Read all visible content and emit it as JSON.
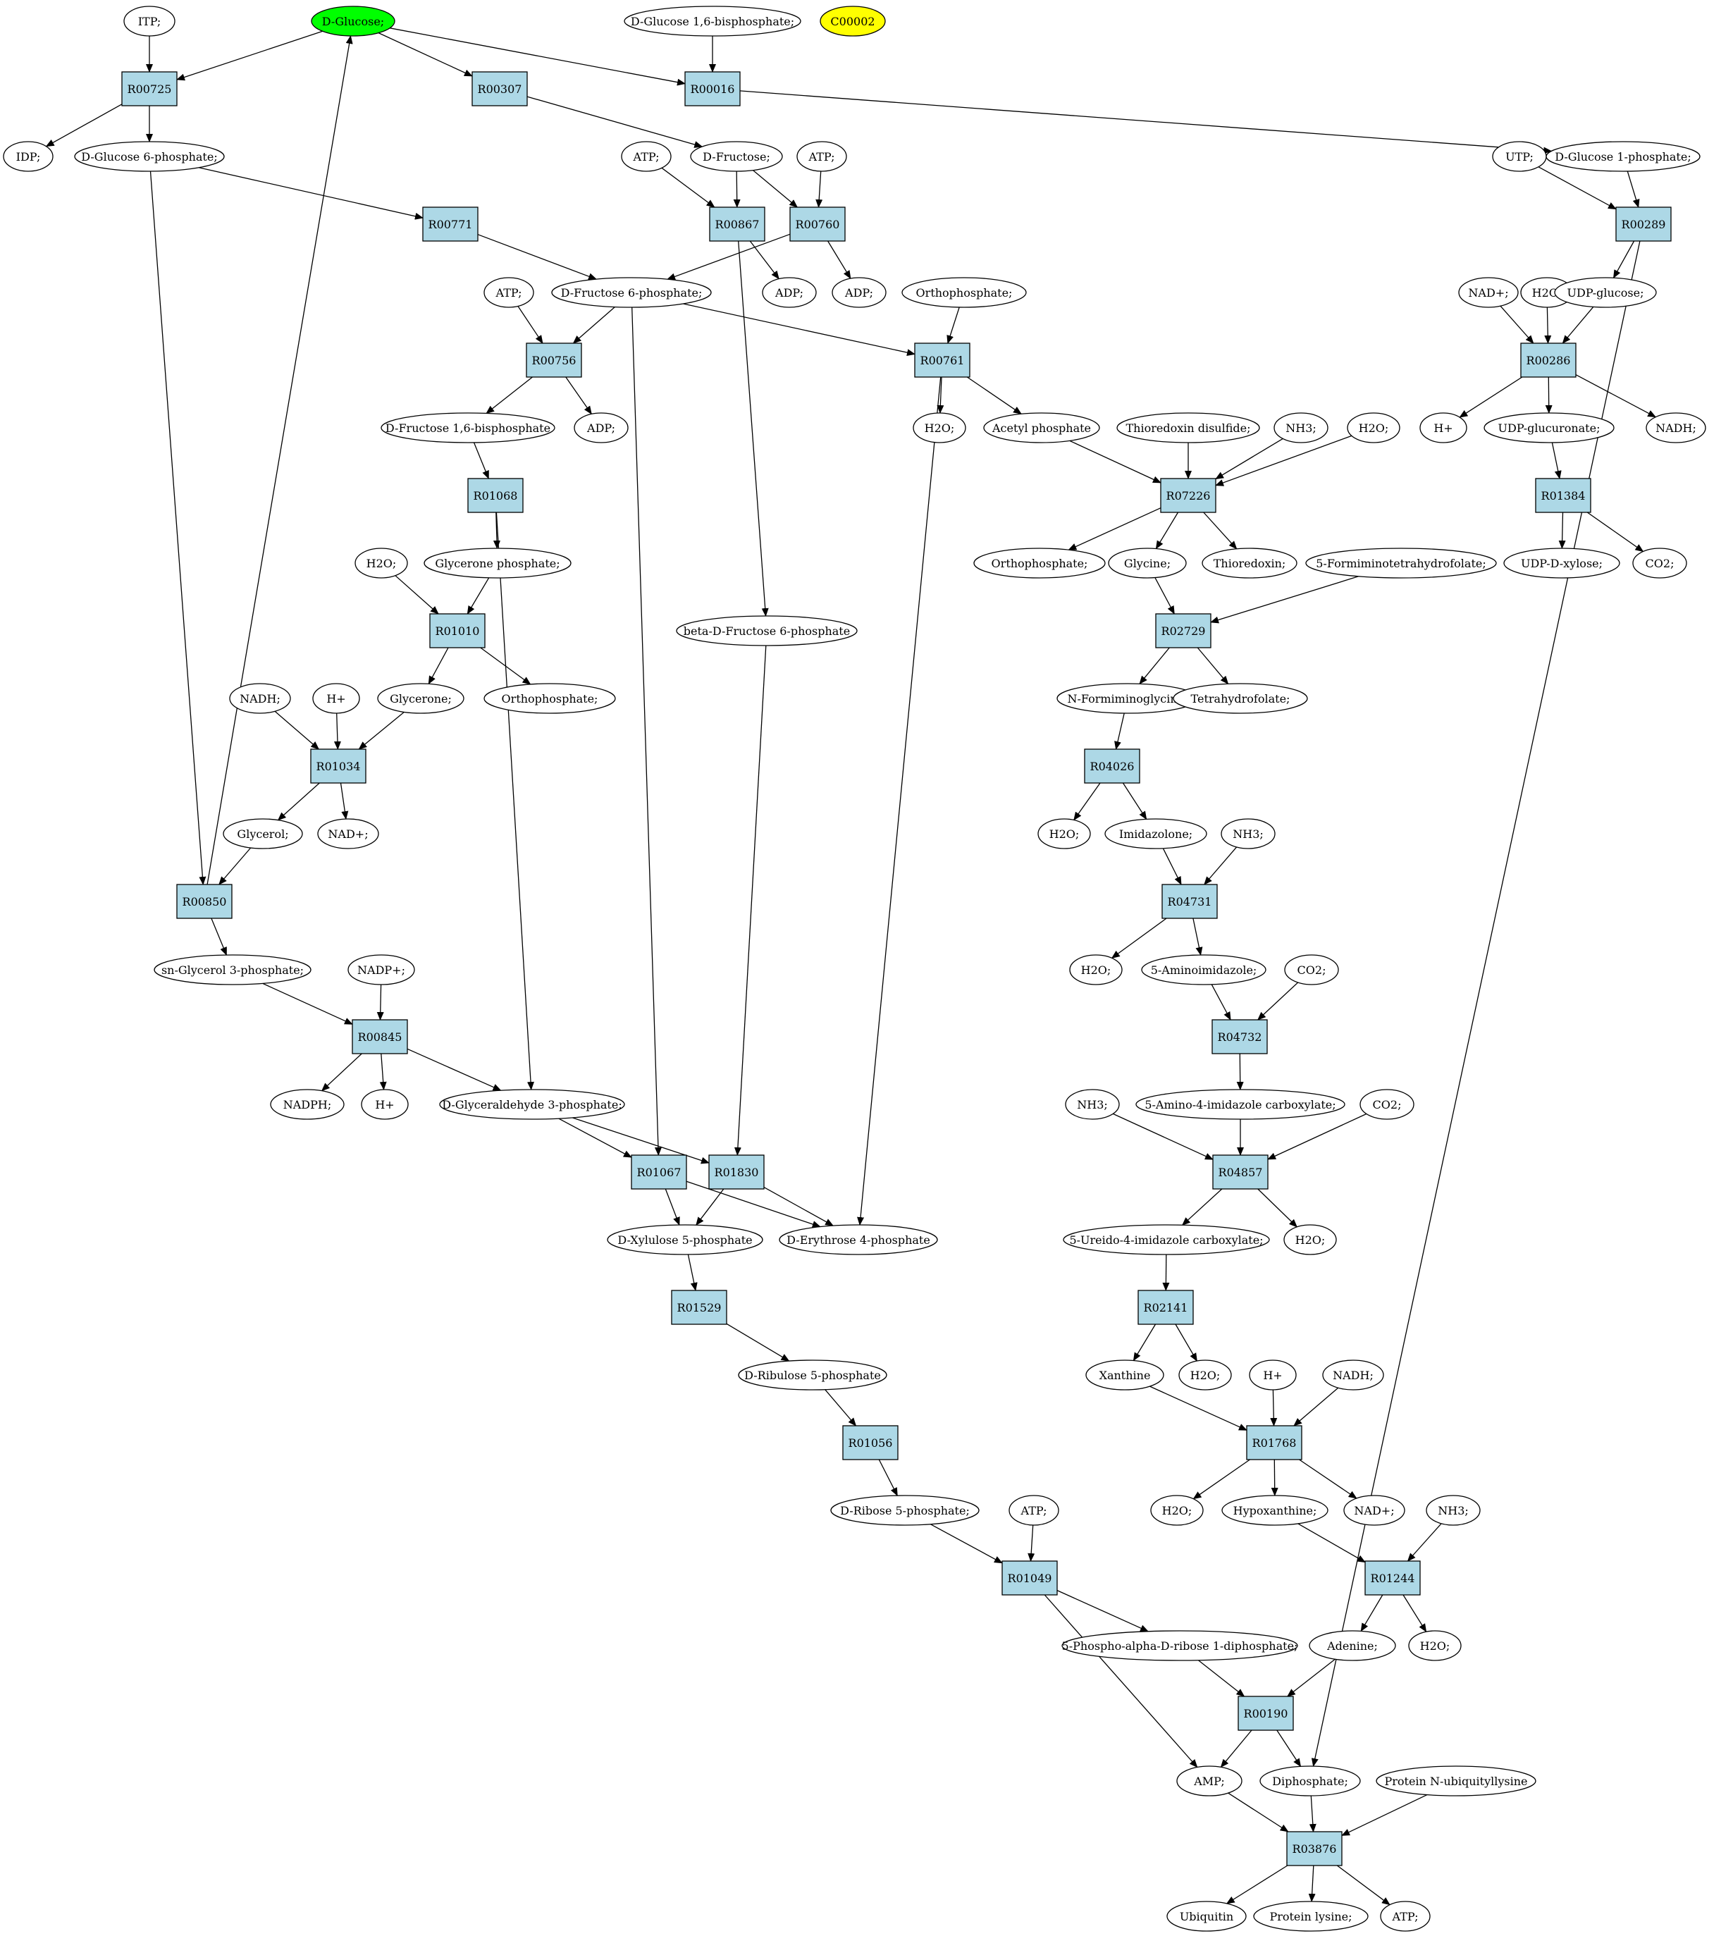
{
  "colors": {
    "start_compound": "#00ff00",
    "highlight_compound": "#ffff00",
    "compound": "#ffffff",
    "reaction": "#add8e6",
    "stroke": "#000000"
  },
  "nodes": [
    {
      "id": "itp",
      "type": "compound",
      "label": "ITP;"
    },
    {
      "id": "dglucose",
      "type": "compound",
      "label": "D-Glucose;",
      "style": "start"
    },
    {
      "id": "dg16bp",
      "type": "compound",
      "label": "D-Glucose 1,6-bisphosphate;"
    },
    {
      "id": "c00002",
      "type": "compound",
      "label": "C00002",
      "style": "highlight"
    },
    {
      "id": "R00725",
      "type": "reaction",
      "label": "R00725"
    },
    {
      "id": "R00307",
      "type": "reaction",
      "label": "R00307"
    },
    {
      "id": "R00016",
      "type": "reaction",
      "label": "R00016"
    },
    {
      "id": "idp",
      "type": "compound",
      "label": "IDP;"
    },
    {
      "id": "g6p",
      "type": "compound",
      "label": "D-Glucose 6-phosphate;"
    },
    {
      "id": "atp1",
      "type": "compound",
      "label": "ATP;"
    },
    {
      "id": "dfructose",
      "type": "compound",
      "label": "D-Fructose;"
    },
    {
      "id": "atp2",
      "type": "compound",
      "label": "ATP;"
    },
    {
      "id": "utp",
      "type": "compound",
      "label": "UTP;"
    },
    {
      "id": "g1p",
      "type": "compound",
      "label": "D-Glucose 1-phosphate;"
    },
    {
      "id": "R00771",
      "type": "reaction",
      "label": "R00771"
    },
    {
      "id": "R00867",
      "type": "reaction",
      "label": "R00867"
    },
    {
      "id": "R00760",
      "type": "reaction",
      "label": "R00760"
    },
    {
      "id": "R00289",
      "type": "reaction",
      "label": "R00289"
    },
    {
      "id": "atp3",
      "type": "compound",
      "label": "ATP;"
    },
    {
      "id": "f6p",
      "type": "compound",
      "label": "D-Fructose 6-phosphate;"
    },
    {
      "id": "adp1",
      "type": "compound",
      "label": "ADP;"
    },
    {
      "id": "adp2",
      "type": "compound",
      "label": "ADP;"
    },
    {
      "id": "ortho1",
      "type": "compound",
      "label": "Orthophosphate;"
    },
    {
      "id": "nadp1",
      "type": "compound",
      "label": "NAD+;"
    },
    {
      "id": "h2o1",
      "type": "compound",
      "label": "H2O;"
    },
    {
      "id": "udpglucose",
      "type": "compound",
      "label": "UDP-glucose;"
    },
    {
      "id": "R00756",
      "type": "reaction",
      "label": "R00756"
    },
    {
      "id": "R00761",
      "type": "reaction",
      "label": "R00761"
    },
    {
      "id": "R00286",
      "type": "reaction",
      "label": "R00286"
    },
    {
      "id": "f16bp",
      "type": "compound",
      "label": "D-Fructose 1,6-bisphosphate"
    },
    {
      "id": "adp3",
      "type": "compound",
      "label": "ADP;"
    },
    {
      "id": "h2o2",
      "type": "compound",
      "label": "H2O;"
    },
    {
      "id": "acetylp",
      "type": "compound",
      "label": "Acetyl phosphate"
    },
    {
      "id": "thiodis",
      "type": "compound",
      "label": "Thioredoxin disulfide;"
    },
    {
      "id": "nh3a",
      "type": "compound",
      "label": "NH3;"
    },
    {
      "id": "h2o3",
      "type": "compound",
      "label": "H2O;"
    },
    {
      "id": "hplus1",
      "type": "compound",
      "label": "H+"
    },
    {
      "id": "udpglcr",
      "type": "compound",
      "label": "UDP-glucuronate;"
    },
    {
      "id": "nadh1",
      "type": "compound",
      "label": "NADH;"
    },
    {
      "id": "R01068",
      "type": "reaction",
      "label": "R01068"
    },
    {
      "id": "R07226",
      "type": "reaction",
      "label": "R07226"
    },
    {
      "id": "R01384",
      "type": "reaction",
      "label": "R01384"
    },
    {
      "id": "h2o4",
      "type": "compound",
      "label": "H2O;"
    },
    {
      "id": "glyceronep",
      "type": "compound",
      "label": "Glycerone phosphate;"
    },
    {
      "id": "ortho2",
      "type": "compound",
      "label": "Orthophosphate;"
    },
    {
      "id": "glycine",
      "type": "compound",
      "label": "Glycine;"
    },
    {
      "id": "thioredoxin",
      "type": "compound",
      "label": "Thioredoxin;"
    },
    {
      "id": "fthf",
      "type": "compound",
      "label": "5-Formiminotetrahydrofolate;"
    },
    {
      "id": "udpxyl",
      "type": "compound",
      "label": "UDP-D-xylose;"
    },
    {
      "id": "co2a",
      "type": "compound",
      "label": "CO2;"
    },
    {
      "id": "R01010",
      "type": "reaction",
      "label": "R01010"
    },
    {
      "id": "bf6p",
      "type": "compound",
      "label": "beta-D-Fructose 6-phosphate"
    },
    {
      "id": "R02729",
      "type": "reaction",
      "label": "R02729"
    },
    {
      "id": "nadh2",
      "type": "compound",
      "label": "NADH;"
    },
    {
      "id": "hplus2",
      "type": "compound",
      "label": "H+"
    },
    {
      "id": "glycerone",
      "type": "compound",
      "label": "Glycerone;"
    },
    {
      "id": "ortho3",
      "type": "compound",
      "label": "Orthophosphate;"
    },
    {
      "id": "nformgly",
      "type": "compound",
      "label": "N-Formiminoglycine;"
    },
    {
      "id": "thf",
      "type": "compound",
      "label": "Tetrahydrofolate;"
    },
    {
      "id": "R01034",
      "type": "reaction",
      "label": "R01034"
    },
    {
      "id": "R04026",
      "type": "reaction",
      "label": "R04026"
    },
    {
      "id": "glycerol",
      "type": "compound",
      "label": "Glycerol;"
    },
    {
      "id": "nadp2",
      "type": "compound",
      "label": "NAD+;"
    },
    {
      "id": "h2o5",
      "type": "compound",
      "label": "H2O;"
    },
    {
      "id": "imidazolone",
      "type": "compound",
      "label": "Imidazolone;"
    },
    {
      "id": "nh3b",
      "type": "compound",
      "label": "NH3;"
    },
    {
      "id": "R00850",
      "type": "reaction",
      "label": "R00850"
    },
    {
      "id": "R04731",
      "type": "reaction",
      "label": "R04731"
    },
    {
      "id": "sng3p",
      "type": "compound",
      "label": "sn-Glycerol 3-phosphate;"
    },
    {
      "id": "nadpp",
      "type": "compound",
      "label": "NADP+;"
    },
    {
      "id": "h2o6",
      "type": "compound",
      "label": "H2O;"
    },
    {
      "id": "aminoimid",
      "type": "compound",
      "label": "5-Aminoimidazole;"
    },
    {
      "id": "co2b",
      "type": "compound",
      "label": "CO2;"
    },
    {
      "id": "R00845",
      "type": "reaction",
      "label": "R00845"
    },
    {
      "id": "R04732",
      "type": "reaction",
      "label": "R04732"
    },
    {
      "id": "nadph",
      "type": "compound",
      "label": "NADPH;"
    },
    {
      "id": "hplus3",
      "type": "compound",
      "label": "H+"
    },
    {
      "id": "g3p",
      "type": "compound",
      "label": "D-Glyceraldehyde 3-phosphate;"
    },
    {
      "id": "nh3c",
      "type": "compound",
      "label": "NH3;"
    },
    {
      "id": "aica",
      "type": "compound",
      "label": "5-Amino-4-imidazole carboxylate;"
    },
    {
      "id": "co2c",
      "type": "compound",
      "label": "CO2;"
    },
    {
      "id": "R01067",
      "type": "reaction",
      "label": "R01067"
    },
    {
      "id": "R01830",
      "type": "reaction",
      "label": "R01830"
    },
    {
      "id": "R04857",
      "type": "reaction",
      "label": "R04857"
    },
    {
      "id": "xu5p",
      "type": "compound",
      "label": "D-Xylulose 5-phosphate"
    },
    {
      "id": "e4p",
      "type": "compound",
      "label": "D-Erythrose 4-phosphate"
    },
    {
      "id": "uica",
      "type": "compound",
      "label": "5-Ureido-4-imidazole carboxylate;"
    },
    {
      "id": "h2o7",
      "type": "compound",
      "label": "H2O;"
    },
    {
      "id": "R01529",
      "type": "reaction",
      "label": "R01529"
    },
    {
      "id": "R02141",
      "type": "reaction",
      "label": "R02141"
    },
    {
      "id": "ru5p",
      "type": "compound",
      "label": "D-Ribulose 5-phosphate"
    },
    {
      "id": "xanthine",
      "type": "compound",
      "label": "Xanthine"
    },
    {
      "id": "h2o8",
      "type": "compound",
      "label": "H2O;"
    },
    {
      "id": "hplus4",
      "type": "compound",
      "label": "H+"
    },
    {
      "id": "nadh3",
      "type": "compound",
      "label": "NADH;"
    },
    {
      "id": "R01056",
      "type": "reaction",
      "label": "R01056"
    },
    {
      "id": "R01768",
      "type": "reaction",
      "label": "R01768"
    },
    {
      "id": "r5p",
      "type": "compound",
      "label": "D-Ribose 5-phosphate;"
    },
    {
      "id": "atp4",
      "type": "compound",
      "label": "ATP;"
    },
    {
      "id": "h2o9",
      "type": "compound",
      "label": "H2O;"
    },
    {
      "id": "hypoxanthine",
      "type": "compound",
      "label": "Hypoxanthine;"
    },
    {
      "id": "nadp3",
      "type": "compound",
      "label": "NAD+;"
    },
    {
      "id": "nh3d",
      "type": "compound",
      "label": "NH3;"
    },
    {
      "id": "R01049",
      "type": "reaction",
      "label": "R01049"
    },
    {
      "id": "R01244",
      "type": "reaction",
      "label": "R01244"
    },
    {
      "id": "prpp",
      "type": "compound",
      "label": "5-Phospho-alpha-D-ribose 1-diphosphate;"
    },
    {
      "id": "adenine",
      "type": "compound",
      "label": "Adenine;"
    },
    {
      "id": "h2o10",
      "type": "compound",
      "label": "H2O;"
    },
    {
      "id": "R00190",
      "type": "reaction",
      "label": "R00190"
    },
    {
      "id": "amp",
      "type": "compound",
      "label": "AMP;"
    },
    {
      "id": "diphosphate",
      "type": "compound",
      "label": "Diphosphate;"
    },
    {
      "id": "protubq",
      "type": "compound",
      "label": "Protein N-ubiquityllysine"
    },
    {
      "id": "R03876",
      "type": "reaction",
      "label": "R03876"
    },
    {
      "id": "ubiquitin",
      "type": "compound",
      "label": "Ubiquitin"
    },
    {
      "id": "protlys",
      "type": "compound",
      "label": "Protein lysine;"
    },
    {
      "id": "atp5",
      "type": "compound",
      "label": "ATP;"
    }
  ],
  "edges": [
    [
      "itp",
      "R00725"
    ],
    [
      "dglucose",
      "R00725"
    ],
    [
      "dglucose",
      "R00307"
    ],
    [
      "dglucose",
      "R00016"
    ],
    [
      "dg16bp",
      "R00016"
    ],
    [
      "R00725",
      "idp"
    ],
    [
      "R00725",
      "g6p"
    ],
    [
      "R00307",
      "dfructose"
    ],
    [
      "R00016",
      "g1p"
    ],
    [
      "g6p",
      "R00771"
    ],
    [
      "g6p",
      "R00850"
    ],
    [
      "atp1",
      "R00867"
    ],
    [
      "dfructose",
      "R00867"
    ],
    [
      "dfructose",
      "R00760"
    ],
    [
      "atp2",
      "R00760"
    ],
    [
      "utp",
      "R00289"
    ],
    [
      "g1p",
      "R00289"
    ],
    [
      "R00771",
      "f6p"
    ],
    [
      "R00760",
      "f6p"
    ],
    [
      "R00760",
      "adp2"
    ],
    [
      "R00867",
      "adp1"
    ],
    [
      "R00867",
      "bf6p"
    ],
    [
      "R00289",
      "udpglucose"
    ],
    [
      "R00289",
      "diphosphate"
    ],
    [
      "atp3",
      "R00756"
    ],
    [
      "f6p",
      "R00756"
    ],
    [
      "f6p",
      "R00761"
    ],
    [
      "f6p",
      "R01067"
    ],
    [
      "ortho1",
      "R00761"
    ],
    [
      "nadp1",
      "R00286"
    ],
    [
      "h2o1",
      "R00286"
    ],
    [
      "udpglucose",
      "R00286"
    ],
    [
      "R00756",
      "f16bp"
    ],
    [
      "R00756",
      "adp3"
    ],
    [
      "R00761",
      "h2o2"
    ],
    [
      "R00761",
      "acetylp"
    ],
    [
      "R00761",
      "e4p"
    ],
    [
      "R00286",
      "hplus1"
    ],
    [
      "R00286",
      "udpglcr"
    ],
    [
      "R00286",
      "nadh1"
    ],
    [
      "f16bp",
      "R01068"
    ],
    [
      "acetylp",
      "R07226"
    ],
    [
      "thiodis",
      "R07226"
    ],
    [
      "nh3a",
      "R07226"
    ],
    [
      "h2o3",
      "R07226"
    ],
    [
      "udpglcr",
      "R01384"
    ],
    [
      "R01068",
      "glyceronep"
    ],
    [
      "R01068",
      "g3p"
    ],
    [
      "R07226",
      "ortho2"
    ],
    [
      "R07226",
      "glycine"
    ],
    [
      "R07226",
      "thioredoxin"
    ],
    [
      "R01384",
      "udpxyl"
    ],
    [
      "R01384",
      "co2a"
    ],
    [
      "h2o4",
      "R01010"
    ],
    [
      "glyceronep",
      "R01010"
    ],
    [
      "glycine",
      "R02729"
    ],
    [
      "fthf",
      "R02729"
    ],
    [
      "R01010",
      "glycerone"
    ],
    [
      "R01010",
      "ortho3"
    ],
    [
      "bf6p",
      "R01830"
    ],
    [
      "R02729",
      "nformgly"
    ],
    [
      "R02729",
      "thf"
    ],
    [
      "nadh2",
      "R01034"
    ],
    [
      "hplus2",
      "R01034"
    ],
    [
      "glycerone",
      "R01034"
    ],
    [
      "nformgly",
      "R04026"
    ],
    [
      "R01034",
      "glycerol"
    ],
    [
      "R01034",
      "nadp2"
    ],
    [
      "R04026",
      "h2o5"
    ],
    [
      "R04026",
      "imidazolone"
    ],
    [
      "glycerol",
      "R00850"
    ],
    [
      "imidazolone",
      "R04731"
    ],
    [
      "nh3b",
      "R04731"
    ],
    [
      "R00850",
      "dglucose"
    ],
    [
      "R00850",
      "sng3p"
    ],
    [
      "R04731",
      "h2o6"
    ],
    [
      "R04731",
      "aminoimid"
    ],
    [
      "sng3p",
      "R00845"
    ],
    [
      "nadpp",
      "R00845"
    ],
    [
      "aminoimid",
      "R04732"
    ],
    [
      "co2b",
      "R04732"
    ],
    [
      "R00845",
      "nadph"
    ],
    [
      "R00845",
      "hplus3"
    ],
    [
      "R00845",
      "g3p"
    ],
    [
      "R04732",
      "aica"
    ],
    [
      "g3p",
      "R01067"
    ],
    [
      "g3p",
      "R01830"
    ],
    [
      "nh3c",
      "R04857"
    ],
    [
      "aica",
      "R04857"
    ],
    [
      "co2c",
      "R04857"
    ],
    [
      "R01067",
      "xu5p"
    ],
    [
      "R01067",
      "e4p"
    ],
    [
      "R01830",
      "xu5p"
    ],
    [
      "R01830",
      "e4p"
    ],
    [
      "R04857",
      "uica"
    ],
    [
      "R04857",
      "h2o7"
    ],
    [
      "xu5p",
      "R01529"
    ],
    [
      "uica",
      "R02141"
    ],
    [
      "R01529",
      "ru5p"
    ],
    [
      "R02141",
      "xanthine"
    ],
    [
      "R02141",
      "h2o8"
    ],
    [
      "ru5p",
      "R01056"
    ],
    [
      "xanthine",
      "R01768"
    ],
    [
      "hplus4",
      "R01768"
    ],
    [
      "nadh3",
      "R01768"
    ],
    [
      "R01056",
      "r5p"
    ],
    [
      "R01768",
      "h2o9"
    ],
    [
      "R01768",
      "hypoxanthine"
    ],
    [
      "R01768",
      "nadp3"
    ],
    [
      "r5p",
      "R01049"
    ],
    [
      "atp4",
      "R01049"
    ],
    [
      "hypoxanthine",
      "R01244"
    ],
    [
      "nh3d",
      "R01244"
    ],
    [
      "R01049",
      "prpp"
    ],
    [
      "R01049",
      "amp"
    ],
    [
      "R01244",
      "adenine"
    ],
    [
      "R01244",
      "h2o10"
    ],
    [
      "prpp",
      "R00190"
    ],
    [
      "adenine",
      "R00190"
    ],
    [
      "R00190",
      "amp"
    ],
    [
      "R00190",
      "diphosphate"
    ],
    [
      "amp",
      "R03876"
    ],
    [
      "diphosphate",
      "R03876"
    ],
    [
      "protubq",
      "R03876"
    ],
    [
      "R03876",
      "ubiquitin"
    ],
    [
      "R03876",
      "protlys"
    ],
    [
      "R03876",
      "atp5"
    ]
  ]
}
